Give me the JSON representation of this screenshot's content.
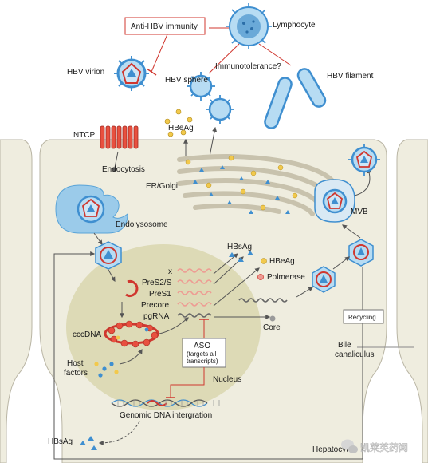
{
  "labels": {
    "anti_hbv": "Anti-HBV immunity",
    "lymphocyte": "Lymphocyte",
    "hbv_virion": "HBV virion",
    "immunotolerance": "Immunotolerance?",
    "hbv_sphere": "HBV sphere",
    "hbv_filament": "HBV filament",
    "ntcp": "NTCP",
    "hbeag_top": "HBeAg",
    "endocytosis": "Endocytosis",
    "er_golgi": "ER/Golgi",
    "endolysosome": "Endolysosome",
    "mvb": "MVB",
    "hbsag_mid": "HBsAg",
    "hbeag_mid": "HBeAg",
    "polmerase": "Polmerase",
    "transcripts": [
      "x",
      "PreS2/S",
      "PreS1",
      "Precore",
      "pgRNA"
    ],
    "cccdna": "cccDNA",
    "core": "Core",
    "recycling": "Recycling",
    "bile": "Bile",
    "canaliculus": "canaliculus",
    "host": "Host",
    "factors": "factors",
    "aso_title": "ASO",
    "aso_sub": [
      "(targets all",
      "transcripts)"
    ],
    "nucleus": "Nucleus",
    "genomic": "Genomic DNA intergration",
    "hbsag_bottom": "HBsAg",
    "hepatocyte": "Hepatocyte",
    "watermark": "凯莱英药闻"
  },
  "colors": {
    "cell": "#efeddf",
    "cell_edge": "#b9b5a4",
    "nucleus": "#dddab6",
    "virus_blue": "#3f8fd0",
    "virus_light": "#b7dcf3",
    "red": "#d0372f",
    "pink": "#ee9b93",
    "gold": "#f2c94c",
    "gray": "#555555"
  },
  "icons": [
    "virion-icon",
    "lymphocyte-icon",
    "sphere-icon",
    "filament-icon",
    "ntcp-receptor-icon",
    "er-golgi-icon",
    "dna-helix-icon",
    "wechat-icon"
  ]
}
